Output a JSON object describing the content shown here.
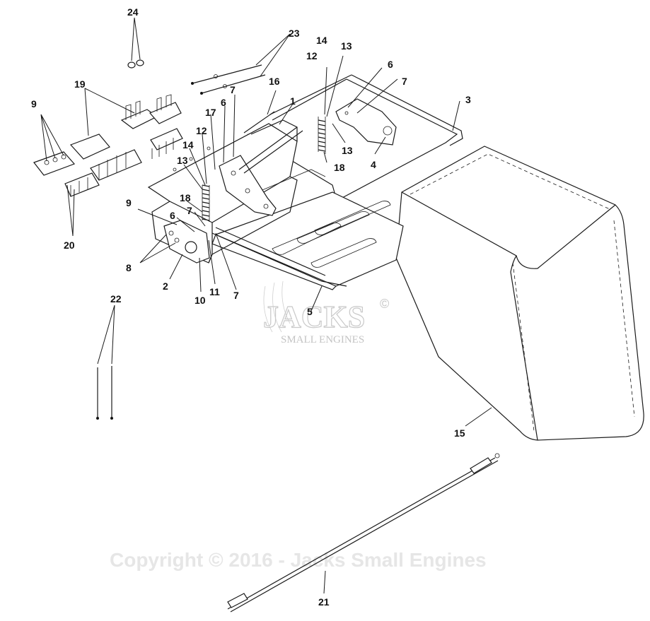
{
  "watermark": {
    "logo_text": "JACKS",
    "logo_sub": "SMALL ENGINES",
    "logo_mark": "©",
    "copyright": "Copyright © 2016 - Jacks Small Engines"
  },
  "callouts": {
    "c1": "1",
    "c2": "2",
    "c3": "3",
    "c4": "4",
    "c5": "5",
    "c6a": "6",
    "c6b": "6",
    "c6c": "6",
    "c7a": "7",
    "c7b": "7",
    "c7c": "7",
    "c7d": "7",
    "c8": "8",
    "c9a": "9",
    "c9b": "9",
    "c10": "10",
    "c11": "11",
    "c12a": "12",
    "c12b": "12",
    "c13a": "13",
    "c13b": "13",
    "c13c": "13",
    "c14a": "14",
    "c14b": "14",
    "c15": "15",
    "c16": "16",
    "c17": "17",
    "c18a": "18",
    "c18b": "18",
    "c19": "19",
    "c20": "20",
    "c21": "21",
    "c22": "22",
    "c23": "23",
    "c24": "24"
  }
}
